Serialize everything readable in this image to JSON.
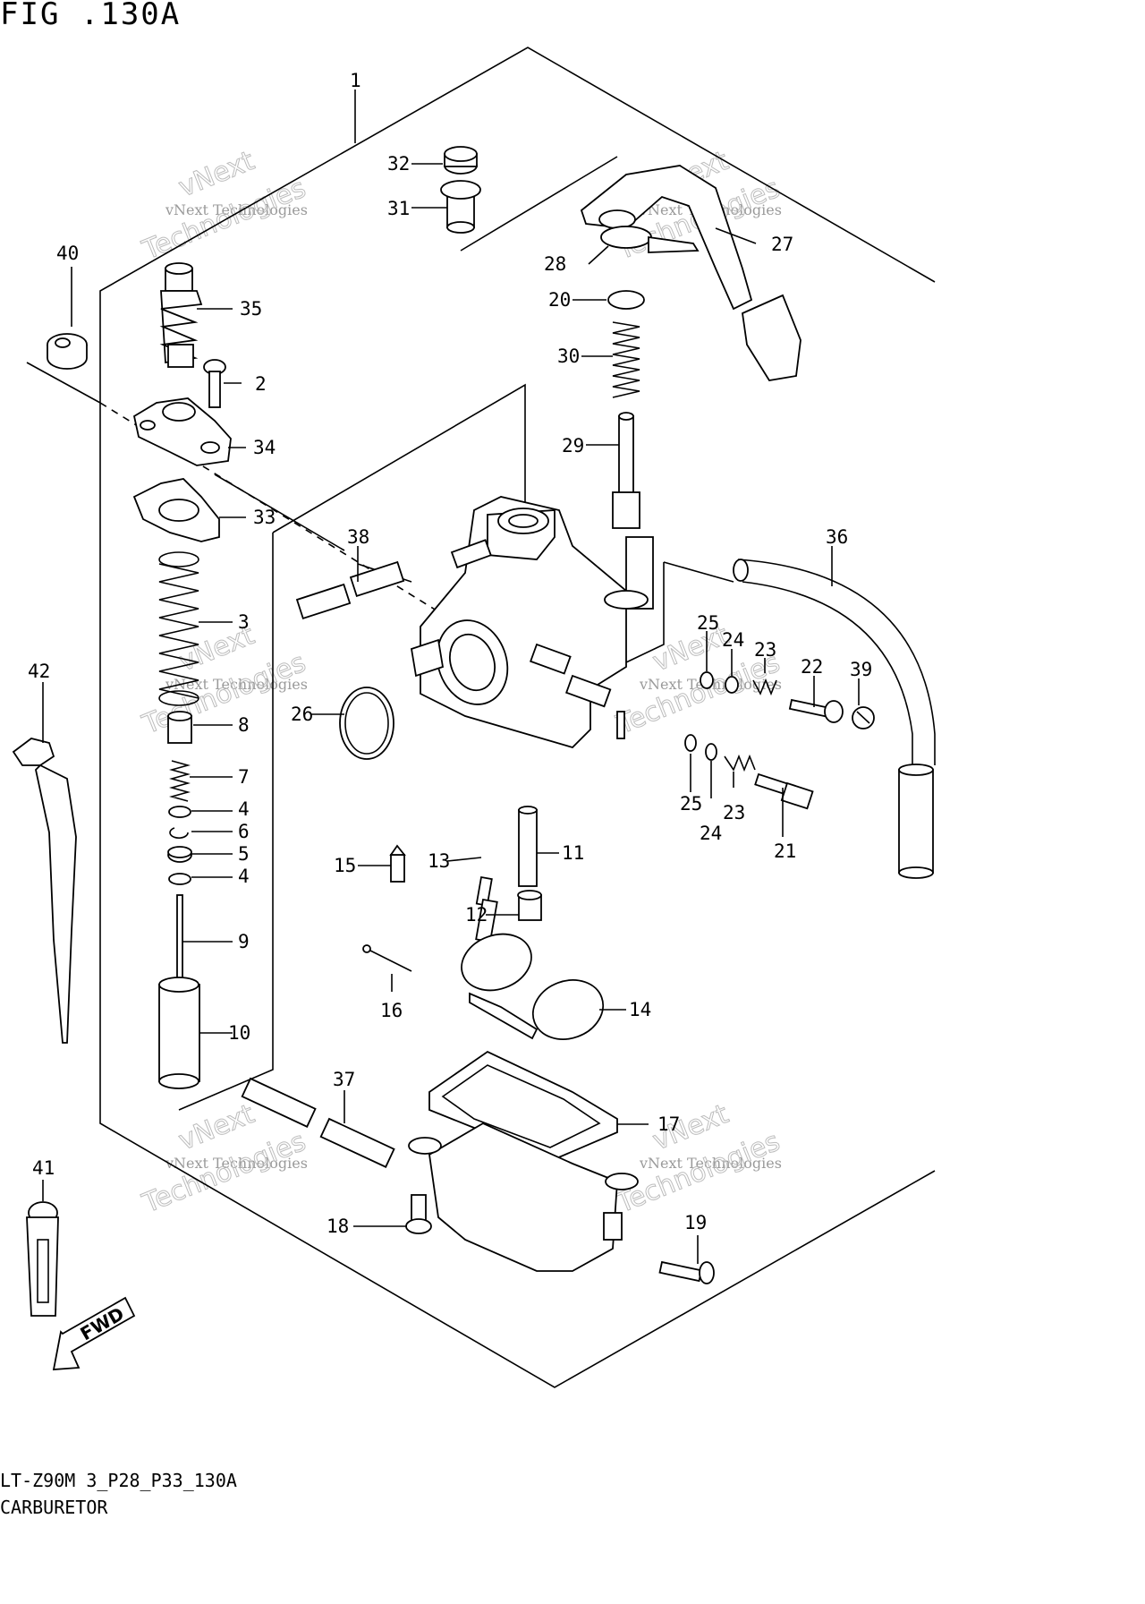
{
  "figure_title": "FIG .130A",
  "drawing_code": "LT-Z90M 3_P28_P33_130A",
  "section_name": "CARBURETOR",
  "watermark": {
    "small": "vNext Technologies",
    "big_1": "vNext",
    "big_2": "Technologies"
  },
  "direction_label": "FWD",
  "callouts": [
    {
      "id": "c1",
      "label": "1"
    },
    {
      "id": "c2",
      "label": "2"
    },
    {
      "id": "c3",
      "label": "3"
    },
    {
      "id": "c4a",
      "label": "4"
    },
    {
      "id": "c4b",
      "label": "4"
    },
    {
      "id": "c5",
      "label": "5"
    },
    {
      "id": "c6",
      "label": "6"
    },
    {
      "id": "c7",
      "label": "7"
    },
    {
      "id": "c8",
      "label": "8"
    },
    {
      "id": "c9",
      "label": "9"
    },
    {
      "id": "c10",
      "label": "10"
    },
    {
      "id": "c11",
      "label": "11"
    },
    {
      "id": "c12",
      "label": "12"
    },
    {
      "id": "c13",
      "label": "13"
    },
    {
      "id": "c14",
      "label": "14"
    },
    {
      "id": "c15",
      "label": "15"
    },
    {
      "id": "c16",
      "label": "16"
    },
    {
      "id": "c17",
      "label": "17"
    },
    {
      "id": "c18",
      "label": "18"
    },
    {
      "id": "c19",
      "label": "19"
    },
    {
      "id": "c20",
      "label": "20"
    },
    {
      "id": "c21",
      "label": "21"
    },
    {
      "id": "c22",
      "label": "22"
    },
    {
      "id": "c23a",
      "label": "23"
    },
    {
      "id": "c23b",
      "label": "23"
    },
    {
      "id": "c24a",
      "label": "24"
    },
    {
      "id": "c24b",
      "label": "24"
    },
    {
      "id": "c25a",
      "label": "25"
    },
    {
      "id": "c25b",
      "label": "25"
    },
    {
      "id": "c26",
      "label": "26"
    },
    {
      "id": "c27",
      "label": "27"
    },
    {
      "id": "c28",
      "label": "28"
    },
    {
      "id": "c29",
      "label": "29"
    },
    {
      "id": "c30",
      "label": "30"
    },
    {
      "id": "c31",
      "label": "31"
    },
    {
      "id": "c32",
      "label": "32"
    },
    {
      "id": "c33",
      "label": "33"
    },
    {
      "id": "c34",
      "label": "34"
    },
    {
      "id": "c35",
      "label": "35"
    },
    {
      "id": "c36",
      "label": "36"
    },
    {
      "id": "c37",
      "label": "37"
    },
    {
      "id": "c38",
      "label": "38"
    },
    {
      "id": "c39",
      "label": "39"
    },
    {
      "id": "c40",
      "label": "40"
    },
    {
      "id": "c41",
      "label": "41"
    },
    {
      "id": "c42",
      "label": "42"
    }
  ]
}
